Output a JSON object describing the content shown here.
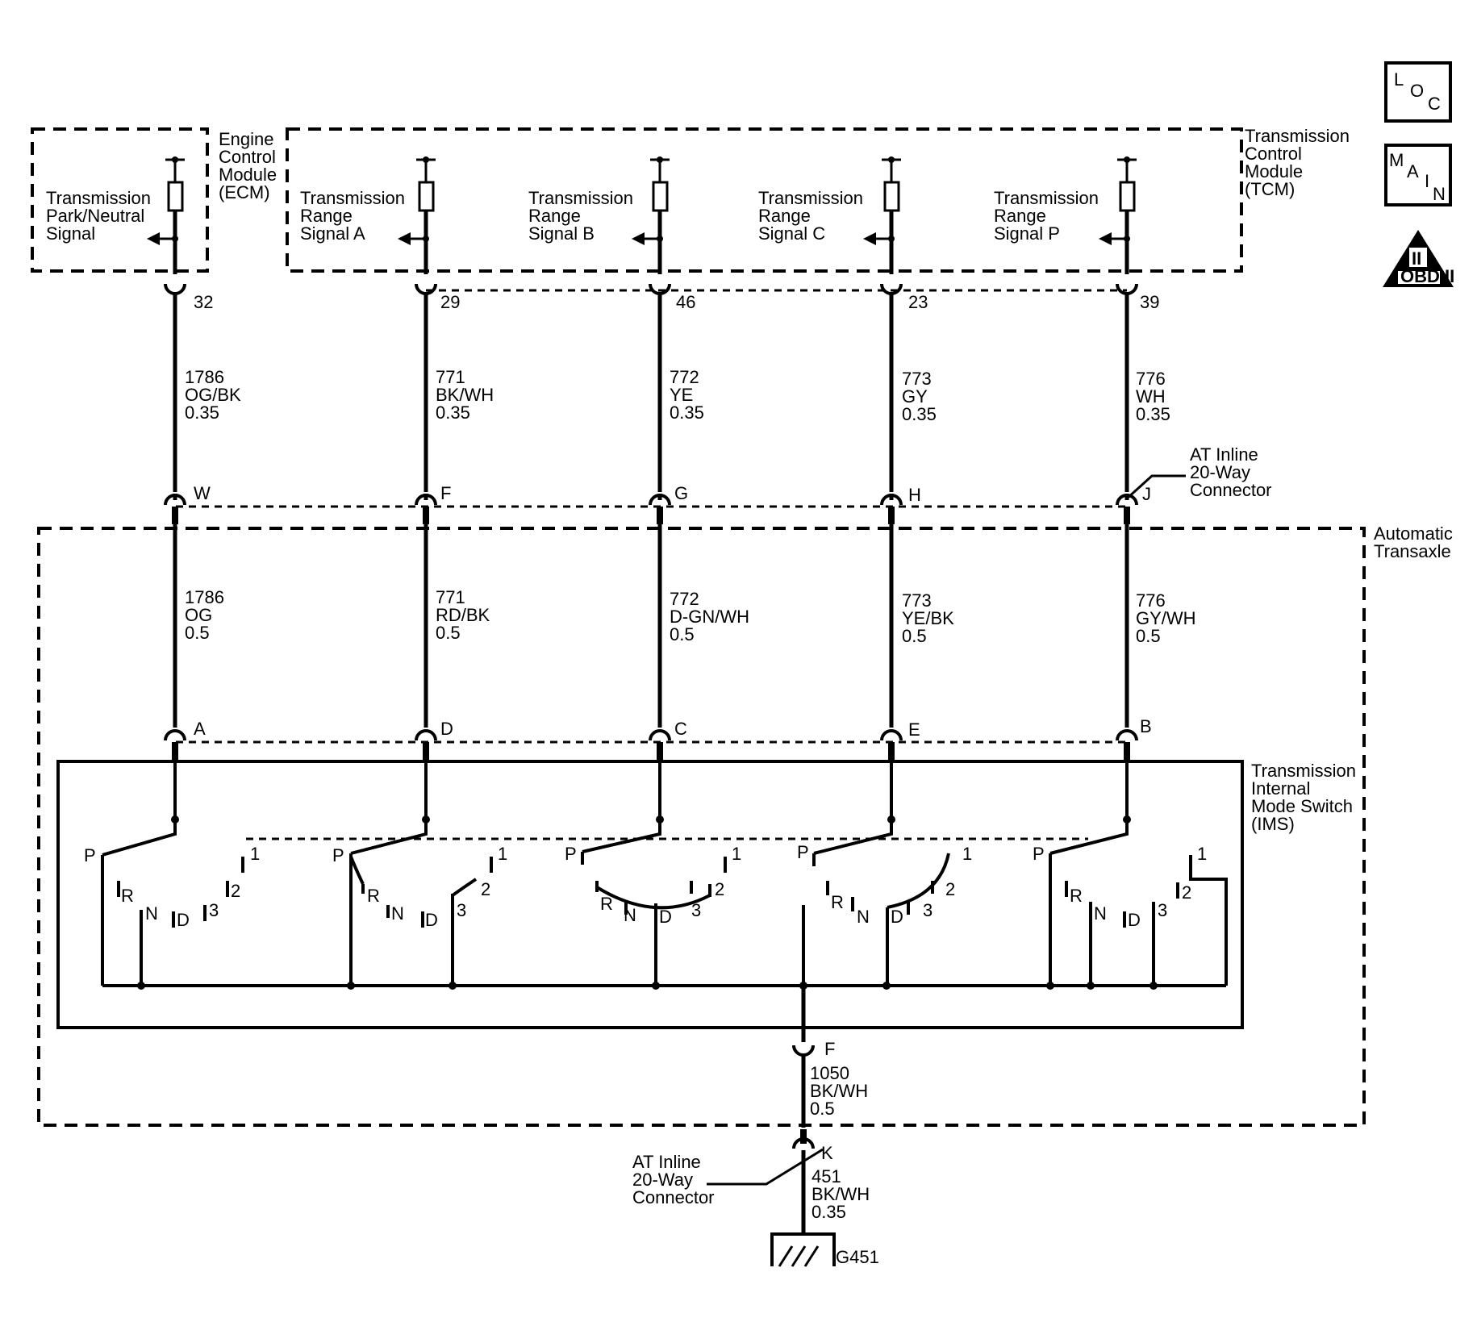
{
  "icons": {
    "loc": {
      "letters": [
        "L",
        "O",
        "C"
      ]
    },
    "main": {
      "letters": [
        "M",
        "A",
        "I",
        "N"
      ]
    },
    "obd": {
      "symbol": "II",
      "label": "OBD II"
    }
  },
  "modules": {
    "ecm": {
      "lines": [
        "Engine",
        "Control",
        "Module",
        "(ECM)"
      ]
    },
    "tcm": {
      "lines": [
        "Transmission",
        "Control",
        "Module",
        "(TCM)"
      ]
    },
    "transaxle": {
      "lines": [
        "Automatic",
        "Transaxle"
      ]
    },
    "ims": {
      "lines": [
        "Transmission",
        "Internal",
        "Mode Switch",
        "(IMS)"
      ]
    }
  },
  "signals": [
    {
      "lines": [
        "Transmission",
        "Park/Neutral",
        "Signal"
      ]
    },
    {
      "lines": [
        "Transmission",
        "Range",
        "Signal A"
      ]
    },
    {
      "lines": [
        "Transmission",
        "Range",
        "Signal B"
      ]
    },
    {
      "lines": [
        "Transmission",
        "Range",
        "Signal C"
      ]
    },
    {
      "lines": [
        "Transmission",
        "Range",
        "Signal P"
      ]
    }
  ],
  "columns": [
    {
      "ecu_pin": "32",
      "upper_wire": [
        "1786",
        "OG/BK",
        "0.35"
      ],
      "inline_pin": "W",
      "lower_wire": [
        "1786",
        "OG",
        "0.5"
      ],
      "ims_pin": "A"
    },
    {
      "ecu_pin": "29",
      "upper_wire": [
        "771",
        "BK/WH",
        "0.35"
      ],
      "inline_pin": "F",
      "lower_wire": [
        "771",
        "RD/BK",
        "0.5"
      ],
      "ims_pin": "D"
    },
    {
      "ecu_pin": "46",
      "upper_wire": [
        "772",
        "YE",
        "0.35"
      ],
      "inline_pin": "G",
      "lower_wire": [
        "772",
        "D-GN/WH",
        "0.5"
      ],
      "ims_pin": "C"
    },
    {
      "ecu_pin": "23",
      "upper_wire": [
        "773",
        "GY",
        "0.35"
      ],
      "inline_pin": "H",
      "lower_wire": [
        "773",
        "YE/BK",
        "0.5"
      ],
      "ims_pin": "E"
    },
    {
      "ecu_pin": "39",
      "upper_wire": [
        "776",
        "WH",
        "0.35"
      ],
      "inline_pin": "J",
      "lower_wire": [
        "776",
        "GY/WH",
        "0.5"
      ],
      "ims_pin": "B"
    }
  ],
  "switch_positions": {
    "p": "P",
    "r": "R",
    "n": "N",
    "d": "D",
    "three": "3",
    "two": "2",
    "one": "1"
  },
  "inline_connector": {
    "lines": [
      "AT Inline",
      "20-Way",
      "Connector"
    ]
  },
  "ground": {
    "ims_pin": "F",
    "wire1": [
      "1050",
      "BK/WH",
      "0.5"
    ],
    "inline_pin": "K",
    "wire2": [
      "451",
      "BK/WH",
      "0.35"
    ],
    "ground_id": "G451"
  }
}
